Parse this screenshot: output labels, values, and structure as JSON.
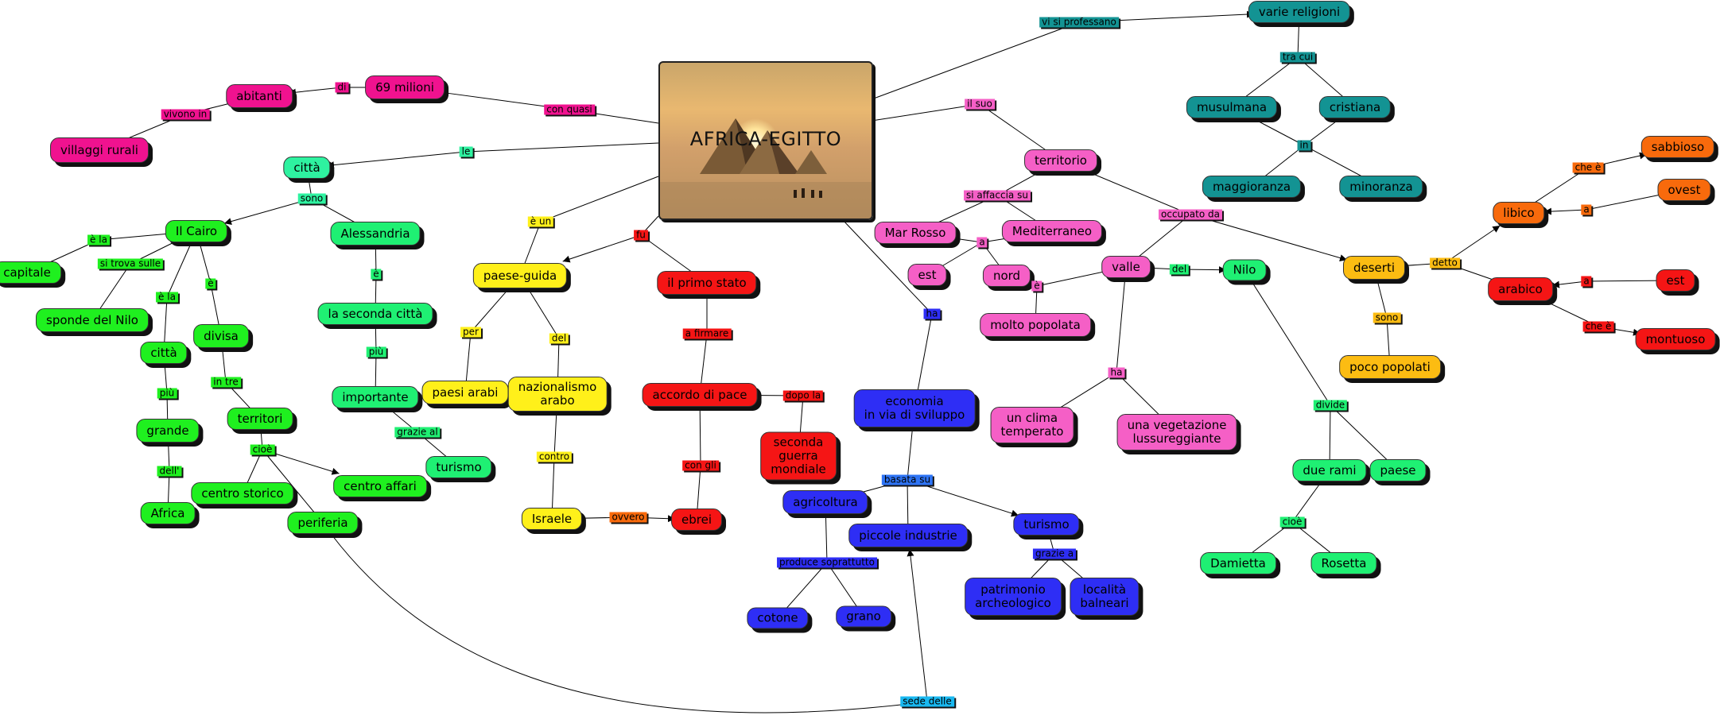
{
  "title": "AFRICA-EGITTO",
  "nodes": [
    {
      "id": "villaggi",
      "text": "villaggi rurali",
      "color": "#f0128f"
    },
    {
      "id": "abitanti",
      "text": "abitanti",
      "color": "#f0128f"
    },
    {
      "id": "milioni",
      "text": "69 milioni",
      "color": "#f0128f"
    },
    {
      "id": "citta",
      "text": "città",
      "color": "#2ef2a0"
    },
    {
      "id": "cairo",
      "text": "Il Cairo",
      "color": "#1ff01f"
    },
    {
      "id": "alessandria",
      "text": "Alessandria",
      "color": "#1ff073"
    },
    {
      "id": "capitale",
      "text": "capitale",
      "color": "#1ff01f"
    },
    {
      "id": "sponde",
      "text": "sponde del Nilo",
      "color": "#1ff01f"
    },
    {
      "id": "citta2",
      "text": "città",
      "color": "#1ff01f"
    },
    {
      "id": "divisa",
      "text": "divisa",
      "color": "#1ff01f"
    },
    {
      "id": "seconda",
      "text": "la seconda città",
      "color": "#1ff073"
    },
    {
      "id": "importante",
      "text": "importante",
      "color": "#1ff073"
    },
    {
      "id": "turismo_g",
      "text": "turismo",
      "color": "#1ff073"
    },
    {
      "id": "grande",
      "text": "grande",
      "color": "#1ff01f"
    },
    {
      "id": "territori",
      "text": "territori",
      "color": "#1ff01f"
    },
    {
      "id": "africa",
      "text": "Africa",
      "color": "#1ff01f"
    },
    {
      "id": "centro_storico",
      "text": "centro storico",
      "color": "#1ff01f"
    },
    {
      "id": "centro_affari",
      "text": "centro affari",
      "color": "#1ff01f"
    },
    {
      "id": "periferia",
      "text": "periferia",
      "color": "#1ff01f"
    },
    {
      "id": "paese_guida",
      "text": "paese-guida",
      "color": "#fff01a"
    },
    {
      "id": "paesi_arabi",
      "text": "paesi arabi",
      "color": "#fff01a"
    },
    {
      "id": "nazionalismo",
      "text": "nazionalismo\narabo",
      "color": "#fff01a"
    },
    {
      "id": "israele",
      "text": "Israele",
      "color": "#fff01a"
    },
    {
      "id": "primo_stato",
      "text": "il primo stato",
      "color": "#f51515"
    },
    {
      "id": "accordo",
      "text": "accordo di pace",
      "color": "#f51515"
    },
    {
      "id": "seconda_guerra",
      "text": "seconda\nguerra\nmondiale",
      "color": "#f51515"
    },
    {
      "id": "ebrei",
      "text": "ebrei",
      "color": "#f51515"
    },
    {
      "id": "economia",
      "text": "economia\nin via di sviluppo",
      "color": "#2e2ef5"
    },
    {
      "id": "agricoltura",
      "text": "agricoltura",
      "color": "#2e2ef5"
    },
    {
      "id": "piccole",
      "text": "piccole industrie",
      "color": "#2e2ef5"
    },
    {
      "id": "turismo_b",
      "text": "turismo",
      "color": "#2e2ef5"
    },
    {
      "id": "cotone",
      "text": "cotone",
      "color": "#2e2ef5"
    },
    {
      "id": "grano",
      "text": "grano",
      "color": "#2e2ef5"
    },
    {
      "id": "patrimonio",
      "text": "patrimonio\narcheologico",
      "color": "#2e2ef5"
    },
    {
      "id": "localita",
      "text": "località\nbalneari",
      "color": "#2e2ef5"
    },
    {
      "id": "territorio",
      "text": "territorio",
      "color": "#f55fc6"
    },
    {
      "id": "mar_rosso",
      "text": "Mar Rosso",
      "color": "#f55fc6"
    },
    {
      "id": "mediterraneo",
      "text": "Mediterraneo",
      "color": "#f55fc6"
    },
    {
      "id": "est_p",
      "text": "est",
      "color": "#f55fc6"
    },
    {
      "id": "nord",
      "text": "nord",
      "color": "#f55fc6"
    },
    {
      "id": "valle",
      "text": "valle",
      "color": "#f55fc6"
    },
    {
      "id": "molto_popolata",
      "text": "molto popolata",
      "color": "#f55fc6"
    },
    {
      "id": "clima",
      "text": "un clima\ntemperato",
      "color": "#f55fc6"
    },
    {
      "id": "vegetazione",
      "text": "una vegetazione\nlussureggiante",
      "color": "#f55fc6"
    },
    {
      "id": "nilo",
      "text": "Nilo",
      "color": "#1ff073"
    },
    {
      "id": "due_rami",
      "text": "due rami",
      "color": "#1ff073"
    },
    {
      "id": "paese",
      "text": "paese",
      "color": "#1ff073"
    },
    {
      "id": "damietta",
      "text": "Damietta",
      "color": "#1ff073"
    },
    {
      "id": "rosetta",
      "text": "Rosetta",
      "color": "#1ff073"
    },
    {
      "id": "varie_religioni",
      "text": "varie religioni",
      "color": "#139393"
    },
    {
      "id": "musulmana",
      "text": "musulmana",
      "color": "#139393"
    },
    {
      "id": "cristiana",
      "text": "cristiana",
      "color": "#139393"
    },
    {
      "id": "maggioranza",
      "text": "maggioranza",
      "color": "#139393"
    },
    {
      "id": "minoranza",
      "text": "minoranza",
      "color": "#139393"
    },
    {
      "id": "deserti",
      "text": "deserti",
      "color": "#fcbc12"
    },
    {
      "id": "poco_popolati",
      "text": "poco popolati",
      "color": "#fcbc12"
    },
    {
      "id": "libico",
      "text": "libico",
      "color": "#f86a0c"
    },
    {
      "id": "sabbioso",
      "text": "sabbioso",
      "color": "#f86a0c"
    },
    {
      "id": "ovest",
      "text": "ovest",
      "color": "#f86a0c"
    },
    {
      "id": "arabico",
      "text": "arabico",
      "color": "#f51515"
    },
    {
      "id": "est_r",
      "text": "est",
      "color": "#f51515"
    },
    {
      "id": "montuoso",
      "text": "montuoso",
      "color": "#f51515"
    }
  ],
  "links": [
    {
      "id": "l_con_quasi",
      "text": "con quasi",
      "color": "#f0128f"
    },
    {
      "id": "l_di",
      "text": "di",
      "color": "#f0128f"
    },
    {
      "id": "l_vivono_in",
      "text": "vivono in",
      "color": "#f0128f"
    },
    {
      "id": "l_le",
      "text": "le",
      "color": "#2ef2a0"
    },
    {
      "id": "l_sono_c",
      "text": "sono",
      "color": "#2ef2a0"
    },
    {
      "id": "l_e_la",
      "text": "è la",
      "color": "#1ff01f"
    },
    {
      "id": "l_si_trova",
      "text": "si trova sulle",
      "color": "#1ff01f"
    },
    {
      "id": "l_e_la2",
      "text": "è la",
      "color": "#1ff01f"
    },
    {
      "id": "l_e_c",
      "text": "è",
      "color": "#1ff01f"
    },
    {
      "id": "l_piu_c",
      "text": "più",
      "color": "#1ff01f"
    },
    {
      "id": "l_dell",
      "text": "dell'",
      "color": "#1ff01f"
    },
    {
      "id": "l_in_tre",
      "text": "in tre",
      "color": "#1ff01f"
    },
    {
      "id": "l_cioe_c",
      "text": "cioè",
      "color": "#1ff01f"
    },
    {
      "id": "l_e_a",
      "text": "è",
      "color": "#1ff073"
    },
    {
      "id": "l_piu_a",
      "text": "più",
      "color": "#1ff073"
    },
    {
      "id": "l_grazie_al",
      "text": "grazie al",
      "color": "#1ff073"
    },
    {
      "id": "l_e_un",
      "text": "è un",
      "color": "#fff01a"
    },
    {
      "id": "l_per",
      "text": "per",
      "color": "#fff01a"
    },
    {
      "id": "l_del",
      "text": "del",
      "color": "#fff01a"
    },
    {
      "id": "l_contro",
      "text": "contro",
      "color": "#fff01a"
    },
    {
      "id": "l_ovvero",
      "text": "ovvero",
      "color": "#f86a0c"
    },
    {
      "id": "l_fu",
      "text": "fu",
      "color": "#f51515"
    },
    {
      "id": "l_a_firmare",
      "text": "a firmare",
      "color": "#f51515"
    },
    {
      "id": "l_dopo_la",
      "text": "dopo la",
      "color": "#f51515"
    },
    {
      "id": "l_con_gli",
      "text": "con gli",
      "color": "#f51515"
    },
    {
      "id": "l_ha_b",
      "text": "ha",
      "color": "#2e2ef5"
    },
    {
      "id": "l_basata_su",
      "text": "basata su",
      "color": "#2e74f5"
    },
    {
      "id": "l_produce",
      "text": "produce soprattutto",
      "color": "#2e2ef5"
    },
    {
      "id": "l_grazie_a",
      "text": "grazie a",
      "color": "#2e2ef5"
    },
    {
      "id": "l_sede_delle",
      "text": "sede delle",
      "color": "#19b8f0"
    },
    {
      "id": "l_il_suo",
      "text": "il suo",
      "color": "#f55fc6"
    },
    {
      "id": "l_si_affaccia",
      "text": "si affaccia su",
      "color": "#f55fc6"
    },
    {
      "id": "l_a",
      "text": "a",
      "color": "#f55fc6"
    },
    {
      "id": "l_occupato_da",
      "text": "occupato da",
      "color": "#f55fc6"
    },
    {
      "id": "l_e_p",
      "text": "è",
      "color": "#f55fc6"
    },
    {
      "id": "l_ha_p",
      "text": "ha",
      "color": "#f55fc6"
    },
    {
      "id": "l_del_n",
      "text": "del",
      "color": "#1ff073"
    },
    {
      "id": "l_divide",
      "text": "divide",
      "color": "#1ff073"
    },
    {
      "id": "l_cioe_n",
      "text": "cioè",
      "color": "#1ff073"
    },
    {
      "id": "l_vi_si_professano",
      "text": "vi si professano",
      "color": "#139393"
    },
    {
      "id": "l_tra_cui",
      "text": "tra cui",
      "color": "#139393"
    },
    {
      "id": "l_in",
      "text": "in",
      "color": "#139393"
    },
    {
      "id": "l_sono_d",
      "text": "sono",
      "color": "#fcbc12"
    },
    {
      "id": "l_detto",
      "text": "detto",
      "color": "#fcbc12"
    },
    {
      "id": "l_che_e",
      "text": "che è",
      "color": "#f86a0c"
    },
    {
      "id": "l_a_o",
      "text": "a",
      "color": "#f86a0c"
    },
    {
      "id": "l_a_r",
      "text": "a",
      "color": "#f51515"
    },
    {
      "id": "l_che_e2",
      "text": "che è",
      "color": "#f51515"
    }
  ]
}
